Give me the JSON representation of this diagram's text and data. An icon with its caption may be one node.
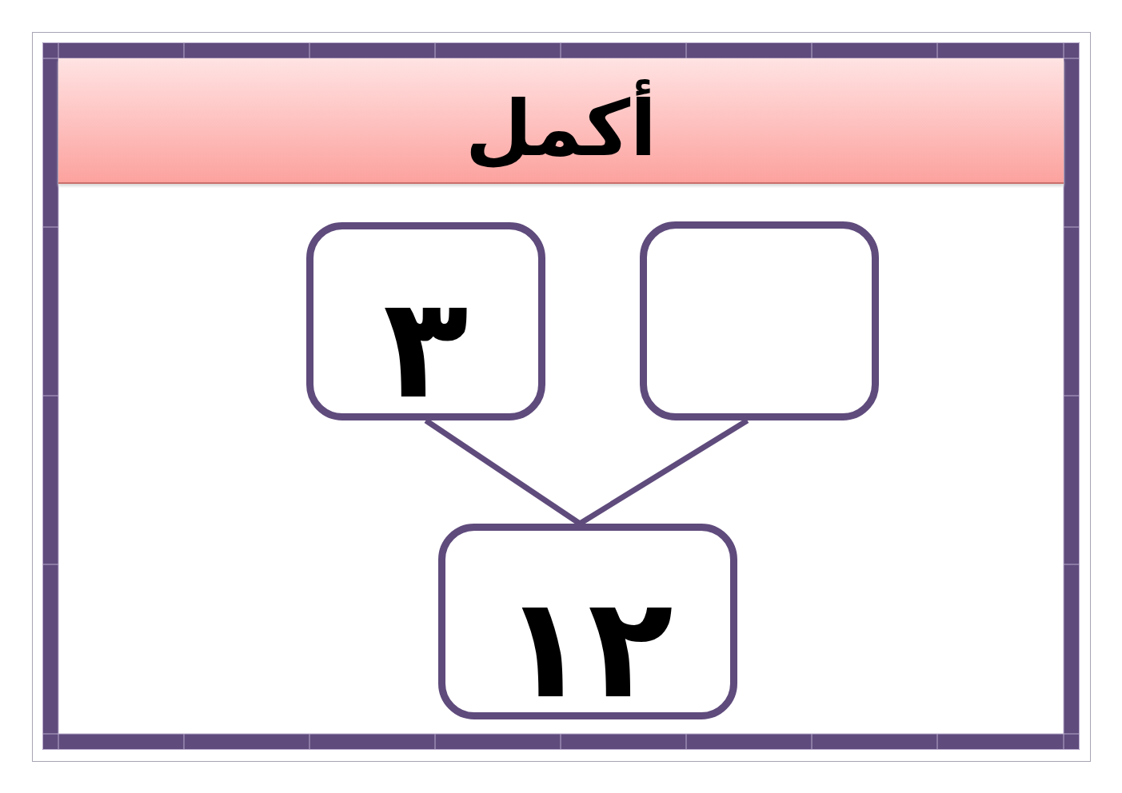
{
  "diagram": {
    "title": "أكمل",
    "nodes": [
      {
        "text": [
          "٣"
        ]
      },
      {
        "text": [],
        "shape": "box"
      },
      {
        "text": [
          "١٢"
        ]
      }
    ],
    "edges": [
      {
        "from": 0,
        "to": 2,
        "arrow": "none"
      },
      {
        "from": 1,
        "to": 2,
        "arrow": "none"
      }
    ]
  }
}
